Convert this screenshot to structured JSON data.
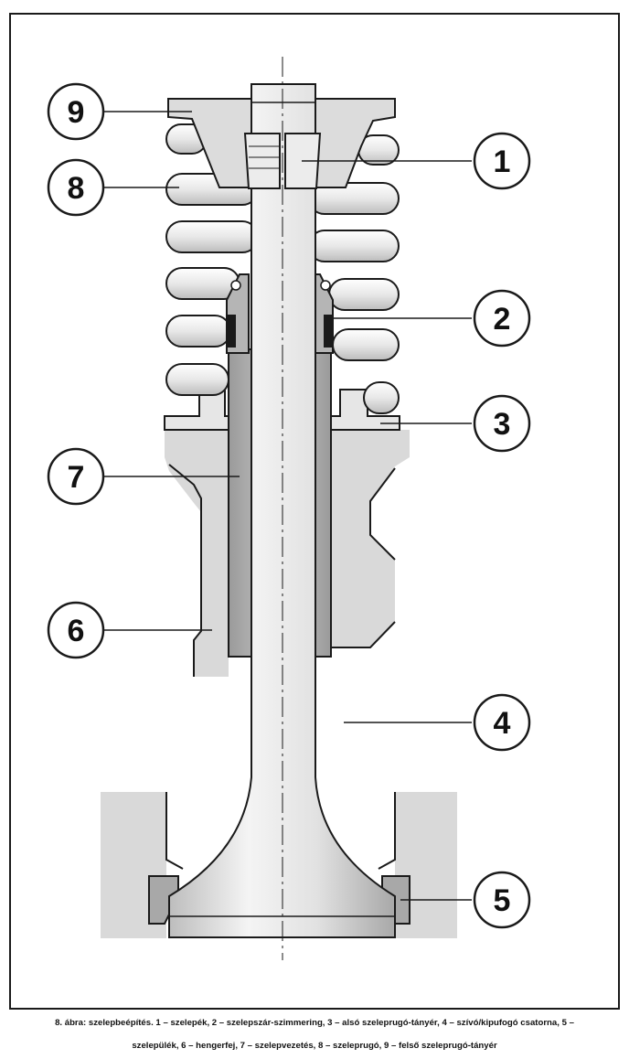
{
  "callouts": [
    {
      "id": "1",
      "label": "1"
    },
    {
      "id": "2",
      "label": "2"
    },
    {
      "id": "3",
      "label": "3"
    },
    {
      "id": "4",
      "label": "4"
    },
    {
      "id": "5",
      "label": "5"
    },
    {
      "id": "6",
      "label": "6"
    },
    {
      "id": "7",
      "label": "7"
    },
    {
      "id": "8",
      "label": "8"
    },
    {
      "id": "9",
      "label": "9"
    }
  ],
  "caption": {
    "line1": "8. ábra: szelepbeépítés. 1 – szelepék, 2 – szelepszár-szimmering, 3 – alsó szeleprugó-tányér, 4 – szívó/kipufogó csatorna, 5 –",
    "line2": "szelepülék, 6 – hengerfej, 7 – szelepvezetés, 8 – szeleprugó, 9 – felső szeleprugó-tányér"
  },
  "colors": {
    "outline": "#1a1a1a",
    "cylinder_head": "#d9d9d9",
    "valve_body": "#c8c8c8",
    "valve_highlight": "#f2f2f2",
    "spring": "#e6e6e6",
    "guide": "#b0b0b0"
  }
}
